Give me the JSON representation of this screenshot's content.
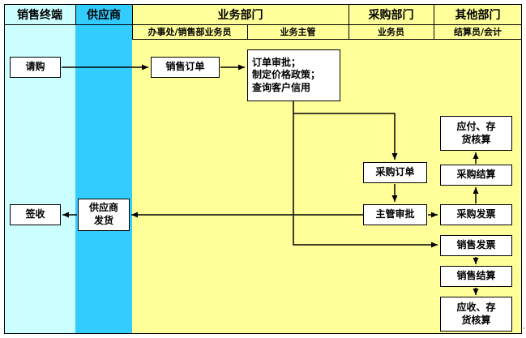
{
  "lanes": {
    "top": [
      {
        "label": "销售终端"
      },
      {
        "label": "供应商"
      },
      {
        "label": "业务部门"
      },
      {
        "label": "采购部门"
      },
      {
        "label": "其他部门"
      }
    ],
    "sub": [
      {
        "label": "办事处/销售部业务员"
      },
      {
        "label": "业务主管"
      },
      {
        "label": "业务员"
      },
      {
        "label": "结算员/会计"
      }
    ]
  },
  "nodes": {
    "purchase_request": {
      "lines": [
        "请购"
      ]
    },
    "sales_order": {
      "lines": [
        "销售订单"
      ]
    },
    "order_approval": {
      "lines": [
        "订单审批；",
        "制定价格政策；",
        "查询客户信用"
      ]
    },
    "purchase_order": {
      "lines": [
        "采购订单"
      ]
    },
    "supervisor_approval": {
      "lines": [
        "主管审批"
      ]
    },
    "payables_inventory_accounting": {
      "lines": [
        "应付、存",
        "货核算"
      ]
    },
    "purchase_settlement": {
      "lines": [
        "采购结算"
      ]
    },
    "purchase_invoice": {
      "lines": [
        "采购发票"
      ]
    },
    "sales_invoice": {
      "lines": [
        "销售发票"
      ]
    },
    "sales_settlement": {
      "lines": [
        "销售结算"
      ]
    },
    "receivables_inventory_accounting": {
      "lines": [
        "应收、存",
        "货核算"
      ]
    },
    "sign_receipt": {
      "lines": [
        "签收"
      ]
    },
    "supplier_shipment": {
      "lines": [
        "供应商",
        "发货"
      ]
    }
  },
  "colors": {
    "sales_terminal_band": "#CCFFFF",
    "supplier_band": "#33CCFF",
    "department_band": "#FFFF99",
    "box_fill": "#FFFFFF",
    "line": "#000000"
  },
  "corner_mark": "·"
}
